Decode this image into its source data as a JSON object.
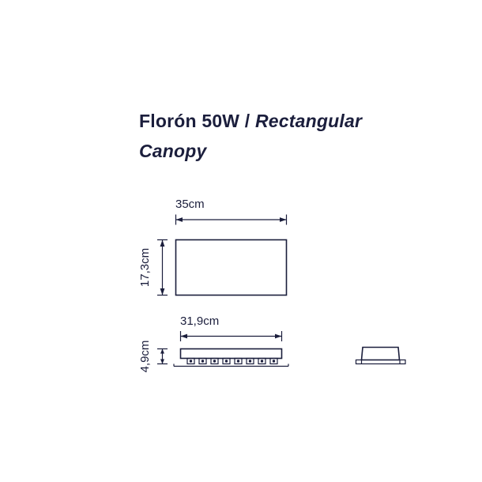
{
  "page": {
    "title_regular": "Florón 50W / ",
    "title_italic": "Rectangular Canopy"
  },
  "diagram": {
    "top_view": {
      "width_label": "35cm",
      "height_label": "17,3cm"
    },
    "side_view": {
      "width_label": "31,9cm",
      "height_label": "4,9cm"
    }
  },
  "colors": {
    "ink": "#1b1e3c",
    "background": "#ffffff"
  }
}
